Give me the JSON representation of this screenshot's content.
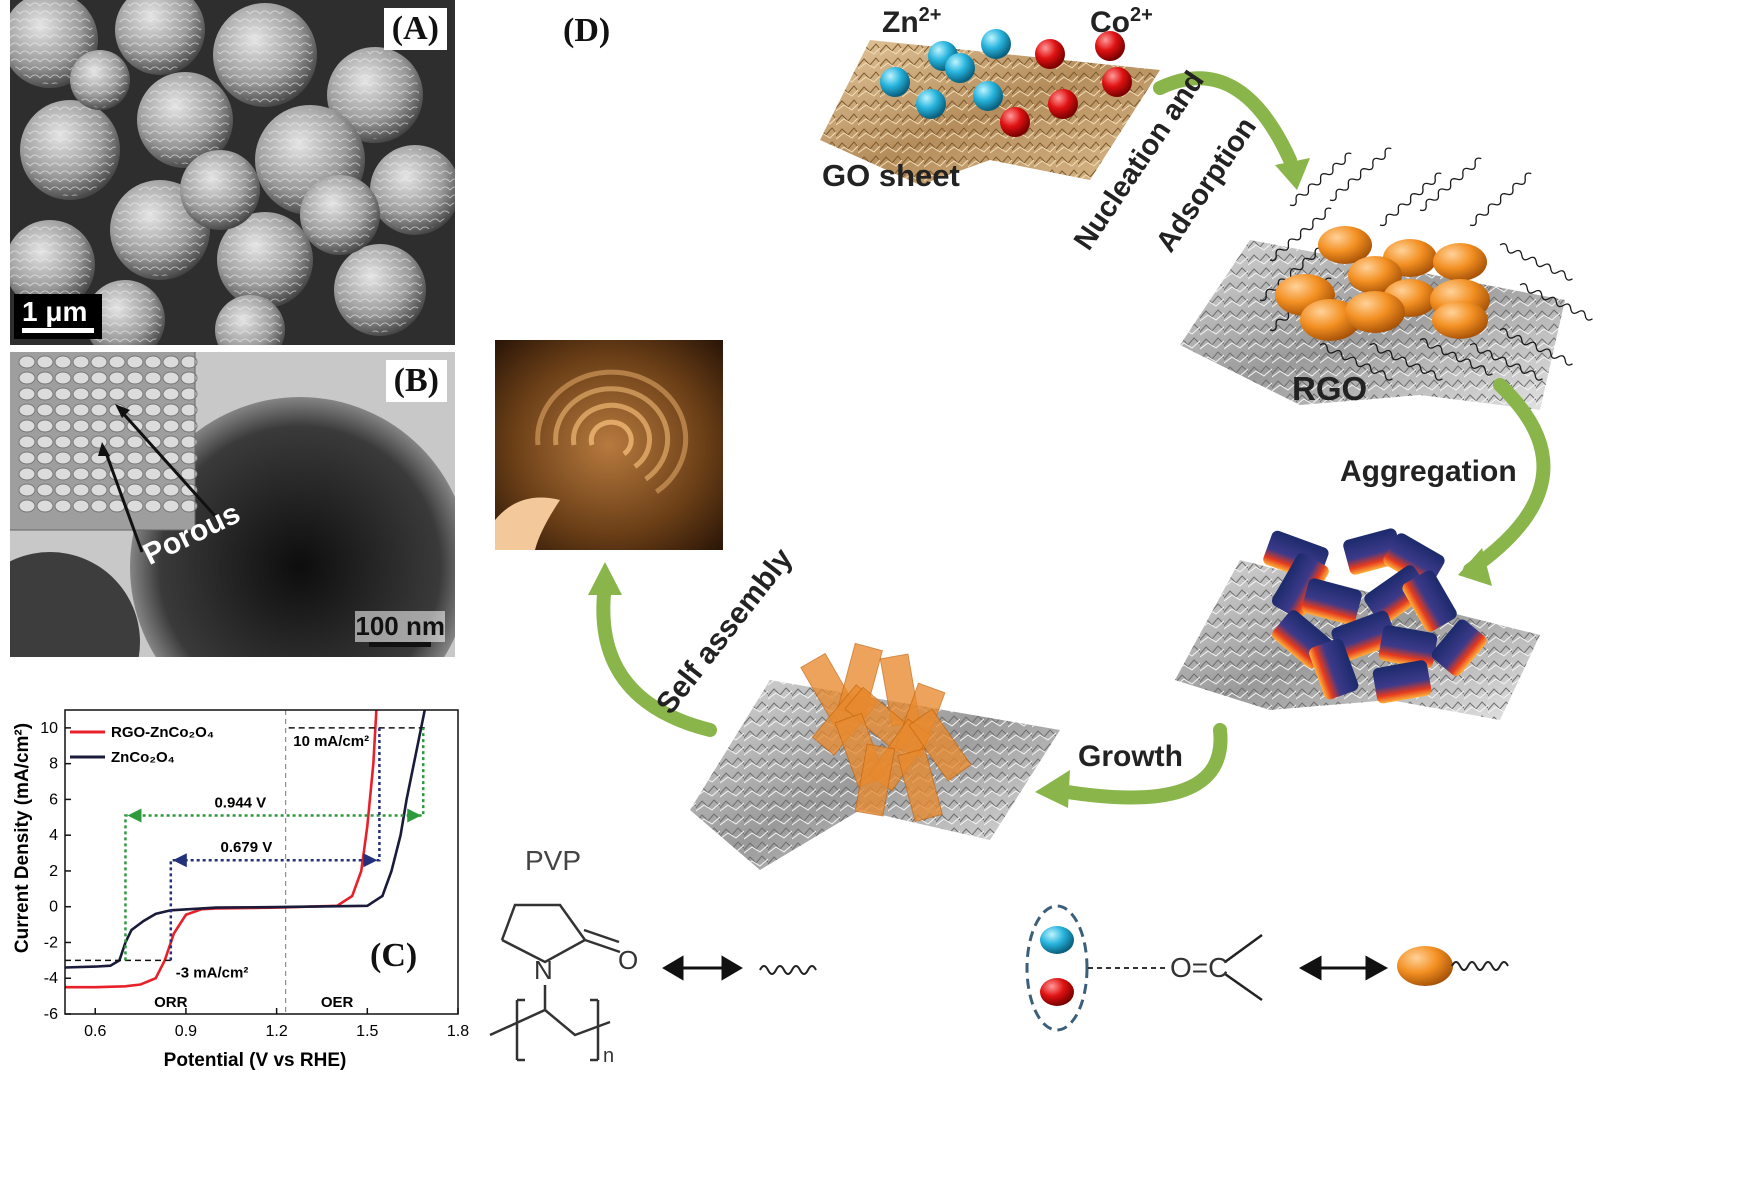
{
  "panels": {
    "a": {
      "label": "(A)",
      "scale_bar": "1 μm"
    },
    "b": {
      "label": "(B)",
      "scale_bar": "100 nm",
      "annotation": "Porous"
    },
    "c": {
      "label": "(C)"
    },
    "d": {
      "label": "(D)"
    }
  },
  "scheme": {
    "zn_ion": "Zn",
    "zn_charge": "2+",
    "co_ion": "Co",
    "co_charge": "2+",
    "go_sheet": "GO sheet",
    "step_nucleation_1": "Nucleation and",
    "step_nucleation_2": "Adsorption",
    "rgo": "RGO",
    "step_aggregation": "Aggregation",
    "step_growth": "Growth",
    "step_self_assembly": "Self assembly",
    "pvp": "PVP",
    "pvp_n": "n",
    "pvp_o": "O",
    "pvp_nitrogen": "N",
    "carbonyl": "O=C"
  },
  "chart_data": {
    "type": "line",
    "xlabel": "Potential (V vs RHE)",
    "ylabel": "Current Density (mA/cm²)",
    "xlim": [
      0.5,
      1.8
    ],
    "ylim": [
      -6,
      11
    ],
    "x_ticks": [
      "0.6",
      "0.9",
      "1.2",
      "1.5",
      "1.8"
    ],
    "y_ticks": [
      "-6",
      "-4",
      "-2",
      "0",
      "2",
      "4",
      "6",
      "8",
      "10"
    ],
    "series": [
      {
        "name": "RGO-ZnCo₂O₄",
        "color": "#e8202a",
        "points": [
          [
            0.5,
            -4.5
          ],
          [
            0.6,
            -4.5
          ],
          [
            0.7,
            -4.45
          ],
          [
            0.75,
            -4.35
          ],
          [
            0.8,
            -4.0
          ],
          [
            0.83,
            -3.0
          ],
          [
            0.86,
            -1.5
          ],
          [
            0.9,
            -0.45
          ],
          [
            0.95,
            -0.15
          ],
          [
            1.0,
            -0.1
          ],
          [
            1.2,
            -0.05
          ],
          [
            1.4,
            0.05
          ],
          [
            1.45,
            0.6
          ],
          [
            1.48,
            2.0
          ],
          [
            1.5,
            4.5
          ],
          [
            1.52,
            8.0
          ],
          [
            1.53,
            11.0
          ]
        ]
      },
      {
        "name": "ZnCo₂O₄",
        "color": "#1a1a3a",
        "points": [
          [
            0.5,
            -3.4
          ],
          [
            0.6,
            -3.35
          ],
          [
            0.65,
            -3.3
          ],
          [
            0.68,
            -3.0
          ],
          [
            0.7,
            -2.0
          ],
          [
            0.72,
            -1.3
          ],
          [
            0.76,
            -0.8
          ],
          [
            0.8,
            -0.4
          ],
          [
            0.85,
            -0.2
          ],
          [
            1.0,
            -0.05
          ],
          [
            1.2,
            -0.02
          ],
          [
            1.5,
            0.05
          ],
          [
            1.55,
            0.6
          ],
          [
            1.58,
            2.0
          ],
          [
            1.61,
            4.0
          ],
          [
            1.63,
            6.0
          ],
          [
            1.66,
            8.5
          ],
          [
            1.69,
            11.0
          ]
        ]
      }
    ],
    "annotations": {
      "oer_ref": "10 mA/cm²",
      "orr_ref": "-3 mA/cm²",
      "gap_1": "0.944 V",
      "gap_2": "0.679 V",
      "orr": "ORR",
      "oer": "OER"
    },
    "legend_placement": "top-left"
  }
}
